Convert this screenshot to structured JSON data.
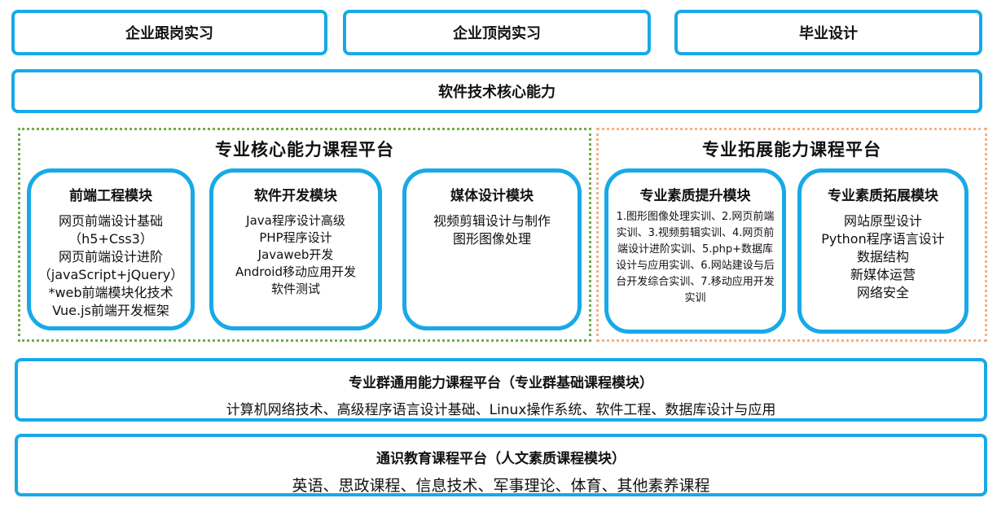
{
  "top_boxes": [
    "企业跟岗实习",
    "企业顶岗实习",
    "毕业设计"
  ],
  "core_ability": "软件技术核心能力",
  "platforms": {
    "core": {
      "title": "专业核心能力课程平台",
      "modules": [
        {
          "title": "前端工程模块",
          "items": [
            "网页前端设计基础",
            "（h5+Css3）",
            "网页前端设计进阶",
            "（javaScript+jQuery）",
            "*web前端模块化技术",
            "Vue.js前端开发框架"
          ]
        },
        {
          "title": "软件开发模块",
          "items": [
            "Java程序设计高级",
            "PHP程序设计",
            "Javaweb开发",
            "Android移动应用开发",
            "软件测试"
          ]
        },
        {
          "title": "媒体设计模块",
          "items": [
            "视频剪辑设计与制作",
            "图形图像处理"
          ]
        }
      ]
    },
    "extension": {
      "title": "专业拓展能力课程平台",
      "modules": [
        {
          "title": "专业素质提升模块",
          "text": "1.图形图像处理实训、2.网页前端实训、3.视频剪辑实训、4.网页前端设计进阶实训、5.php+数据库设计与应用实训、6.网站建设与后台开发综合实训、7.移动应用开发实训"
        },
        {
          "title": "专业素质拓展模块",
          "items": [
            "网站原型设计",
            "Python程序语言设计",
            "数据结构",
            "新媒体运营",
            "网络安全"
          ]
        }
      ]
    }
  },
  "general": {
    "title": "专业群通用能力课程平台（专业群基础课程模块）",
    "desc": "计算机网络技术、高级程序语言设计基础、Linux操作系统、软件工程、数据库设计与应用"
  },
  "basic": {
    "title": "通识教育课程平台（人文素质课程模块）",
    "desc": "英语、思政课程、信息技术、军事理论、体育、其他素养课程"
  },
  "colors": {
    "box_border": "#17A9E8",
    "core_platform": "#70AD47",
    "ext_platform": "#F4B183"
  }
}
